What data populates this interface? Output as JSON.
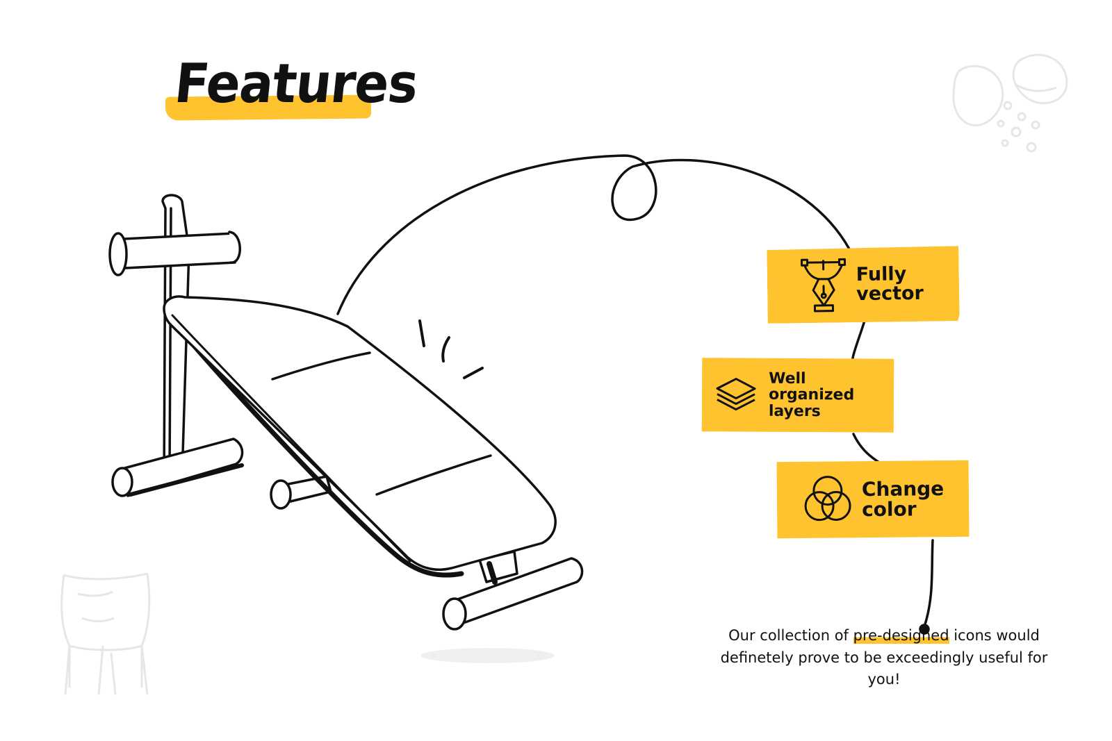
{
  "heading": {
    "title": "Features"
  },
  "features": [
    {
      "label": "Fully vector",
      "icon": "pen-tool-icon"
    },
    {
      "label": "Well organized layers",
      "icon": "layers-icon"
    },
    {
      "label": "Change color",
      "icon": "color-circles-icon"
    }
  ],
  "description": {
    "before": "Our collection of ",
    "highlight": "pre-designed",
    "after": " icons would definetely prove to be exceedingly useful for you!"
  },
  "colors": {
    "accent": "#FEC32E",
    "ink": "#111111",
    "faint": "#E6E6E6",
    "shadow": "#EFEFEF"
  }
}
